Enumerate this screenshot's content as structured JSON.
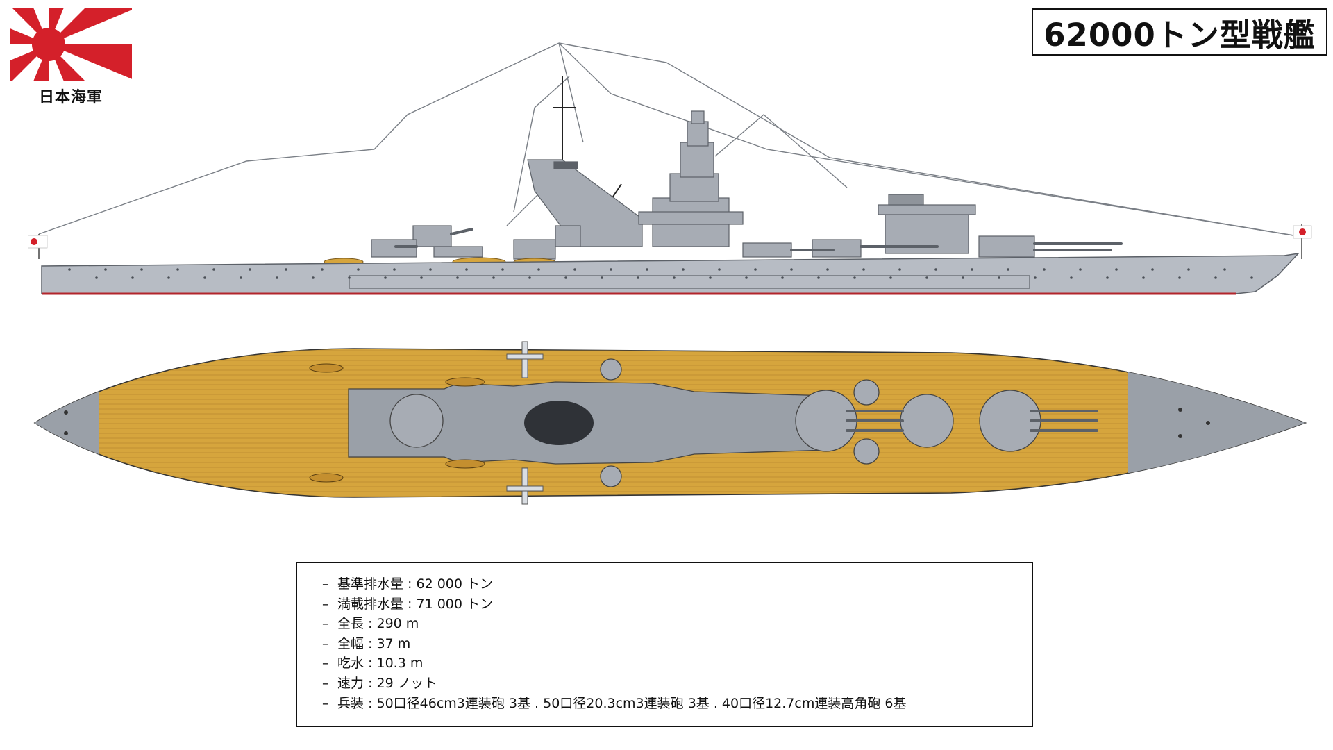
{
  "navy_label": "日本海軍",
  "title": "62000トン型戦艦",
  "specs": [
    "基準排水量 : 62 000 トン",
    "満載排水量 : 71 000 トン",
    "全長 : 290 m",
    "全幅 : 37 m",
    "吃水 : 10.3 m",
    "速力 : 29 ノット",
    "兵装 : 50口径46cm3連装砲 3基 . 50口径20.3cm3連装砲 3基 . 40口径12.7cm連装高角砲 6基"
  ],
  "spec_bullet": "–",
  "colors": {
    "ensign_red": "#d4202a",
    "hull_grey": "#b7bcc4",
    "deck_wood": "#d6a53d",
    "boot_red": "#b3262c",
    "dark_grey": "#5c6168",
    "frame": "#111111"
  }
}
